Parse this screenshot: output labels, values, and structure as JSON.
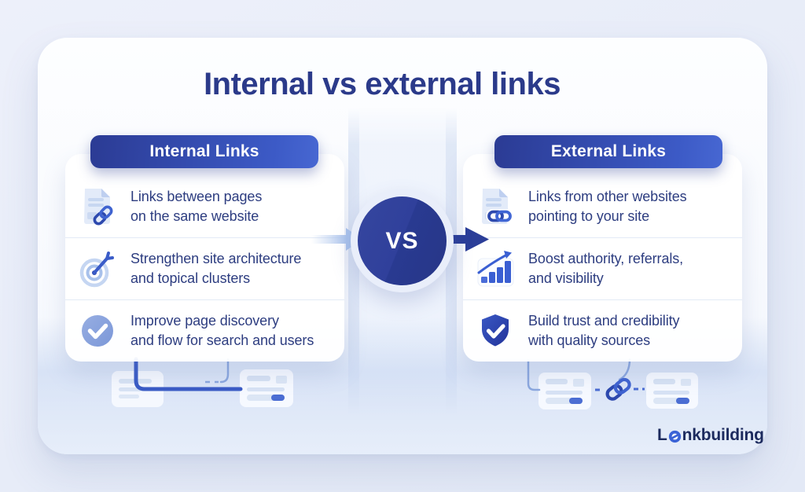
{
  "title": "Internal vs external links",
  "vs_label": "VS",
  "panels": {
    "internal": {
      "header": "Internal Links",
      "items": [
        {
          "icon": "document-link-icon",
          "text": "Links between pages\non the same website"
        },
        {
          "icon": "target-icon",
          "text": "Strengthen site architecture\nand topical clusters"
        },
        {
          "icon": "check-circle-icon",
          "text": "Improve page discovery\nand flow for search and users"
        }
      ]
    },
    "external": {
      "header": "External Links",
      "items": [
        {
          "icon": "document-external-link-icon",
          "text": "Links from other websites\npointing to your site"
        },
        {
          "icon": "bar-chart-icon",
          "text": "Boost authority, referrals,\nand visibility"
        },
        {
          "icon": "shield-check-icon",
          "text": "Build trust and credibility\nwith quality sources"
        }
      ]
    }
  },
  "logo": {
    "prefix": "L",
    "suffix": "nkbuilding",
    "icon": "chain-ring-icon"
  },
  "colors": {
    "accent_blue": "#3c5ac6",
    "deep_blue": "#2b3b94",
    "title_text": "#2b3a8a",
    "body_text": "#2d3d80",
    "light_arrow": "#aac3ec",
    "background": "#e9edf8"
  }
}
